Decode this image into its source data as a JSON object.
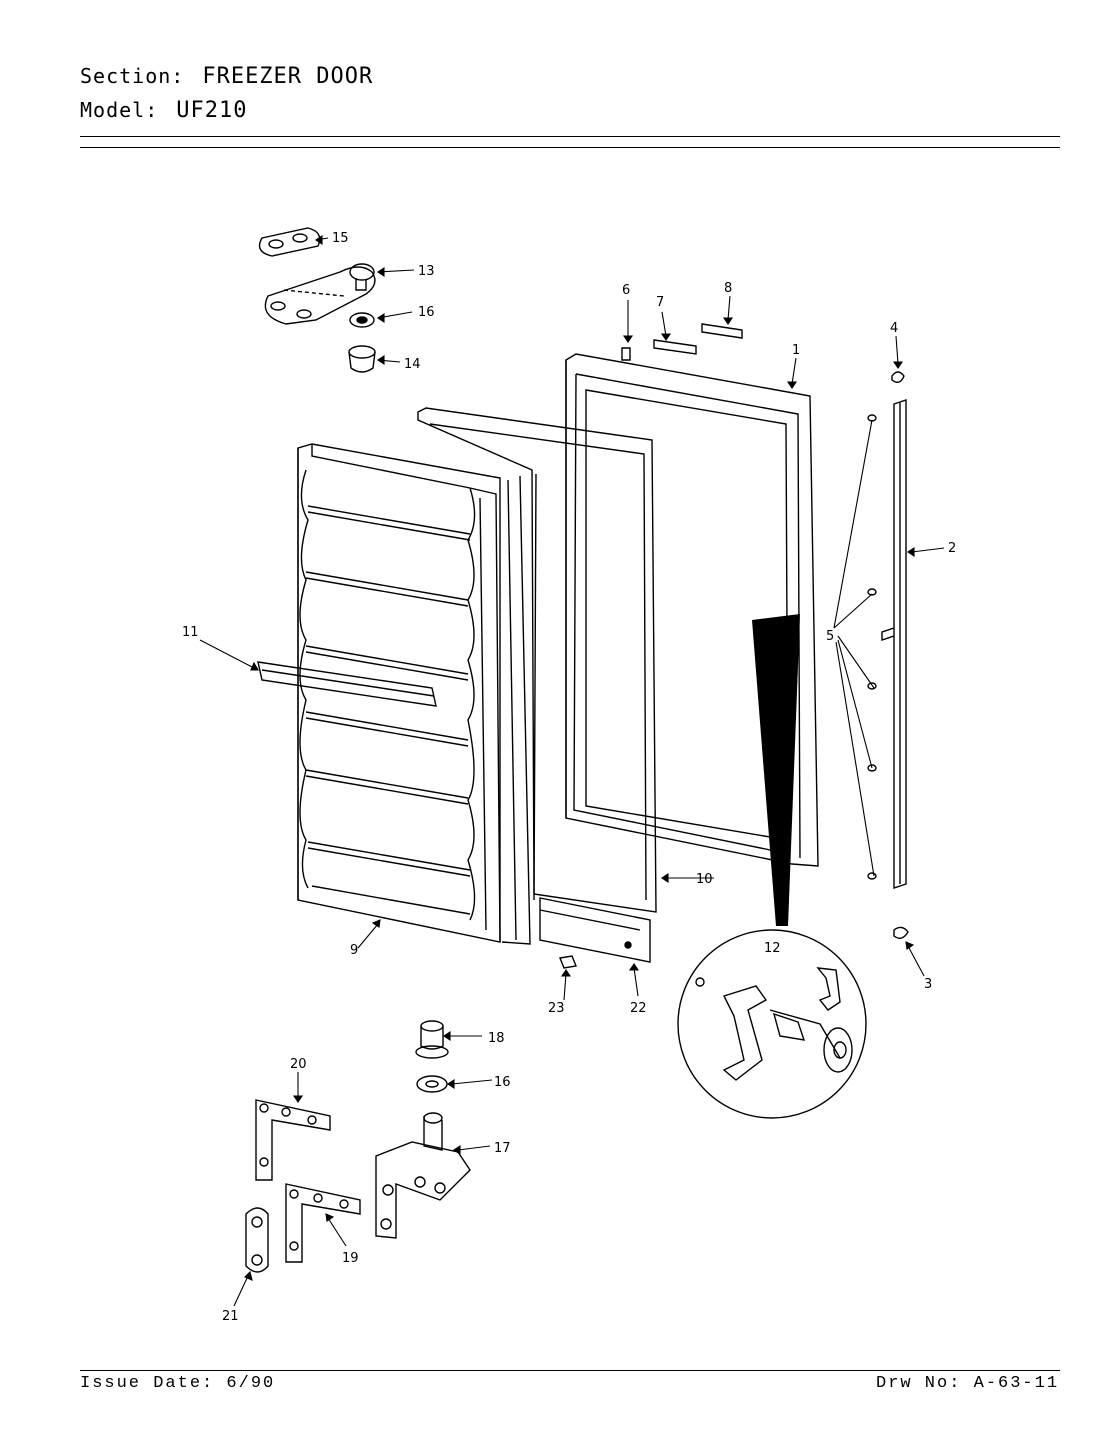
{
  "header": {
    "section_key": "Section:",
    "section_value": "FREEZER DOOR",
    "model_key": "Model:",
    "model_value": "UF210"
  },
  "footer": {
    "issue_date": "Issue Date: 6/90",
    "drawing_no": "Drw No: A-63-11"
  },
  "callouts": {
    "c1": "1",
    "c2": "2",
    "c3": "3",
    "c4": "4",
    "c5": "5",
    "c6": "6",
    "c7": "7",
    "c8": "8",
    "c9": "9",
    "c10": "10",
    "c11": "11",
    "c12": "12",
    "c13": "13",
    "c14": "14",
    "c15": "15",
    "c16a": "16",
    "c16b": "16",
    "c17": "17",
    "c18": "18",
    "c19": "19",
    "c20": "20",
    "c21": "21",
    "c22": "22",
    "c23": "23"
  }
}
